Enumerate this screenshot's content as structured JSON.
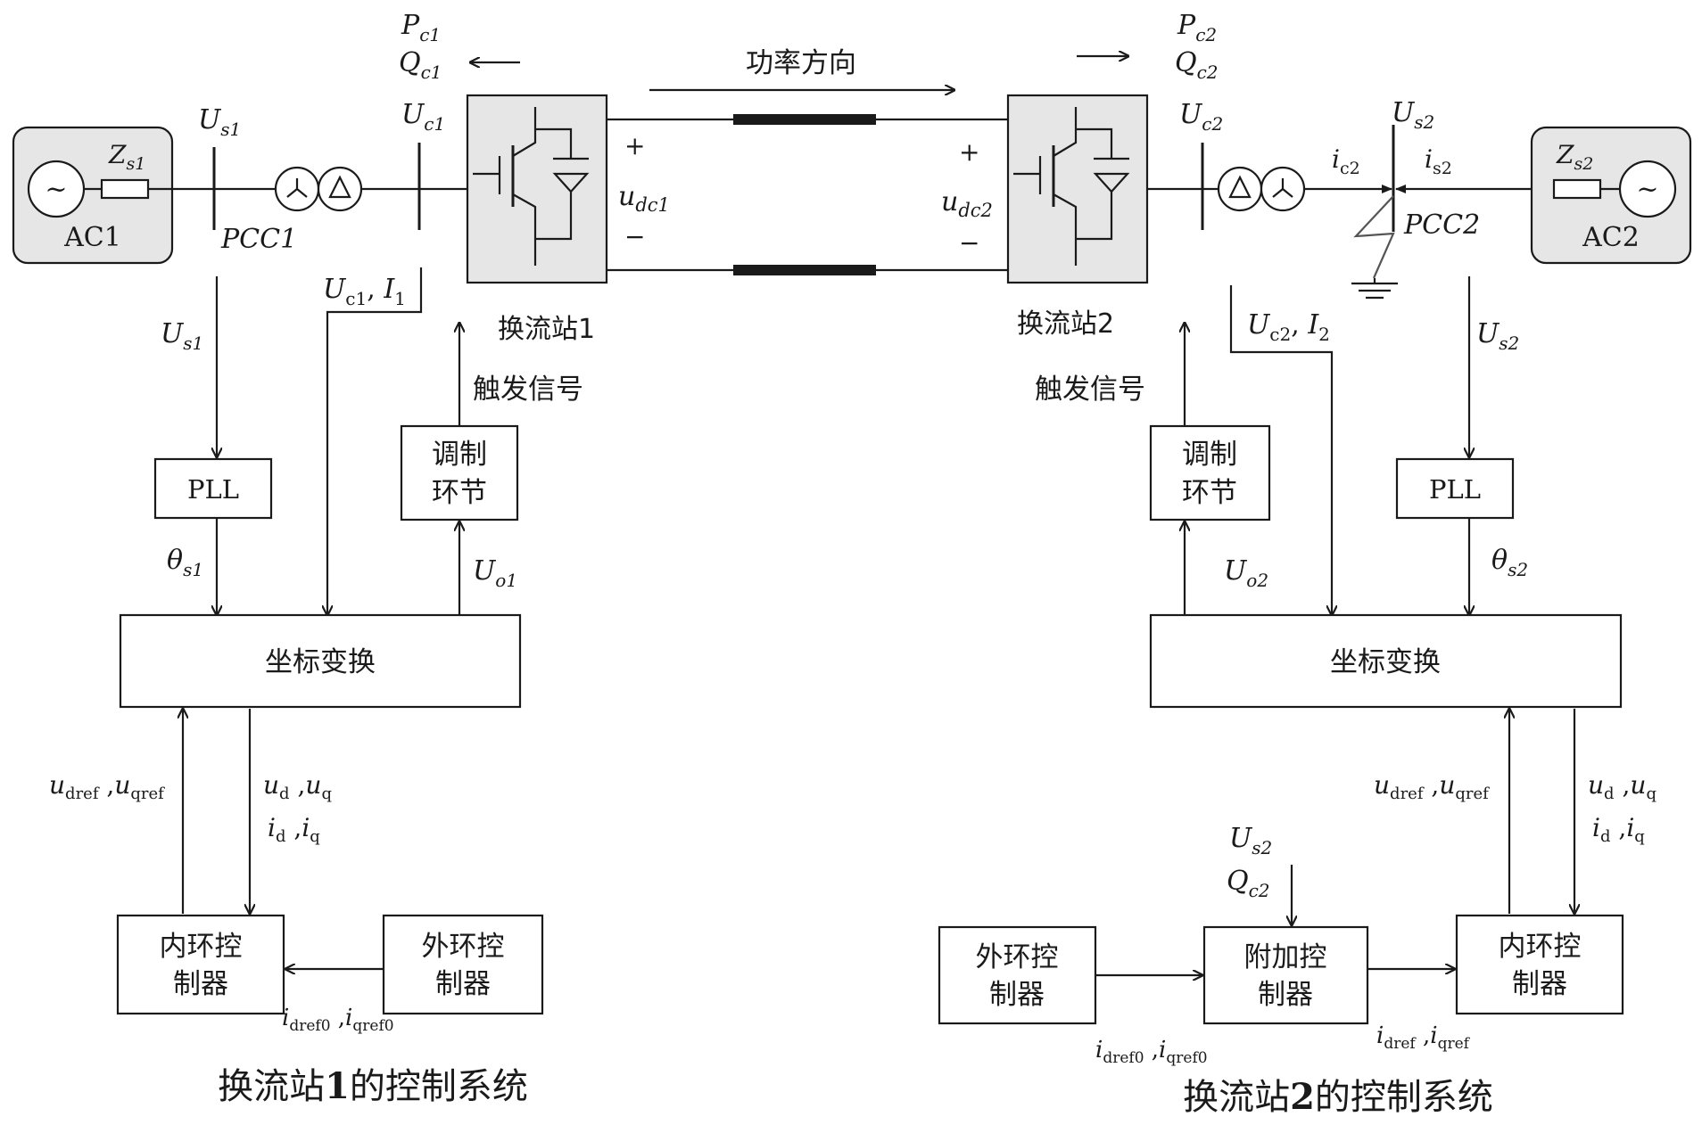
{
  "top": {
    "power_direction": "功率方向",
    "pc1": {
      "base": "P",
      "sub": "c1"
    },
    "qc1": {
      "base": "Q",
      "sub": "c1"
    },
    "pc2": {
      "base": "P",
      "sub": "c2"
    },
    "qc2": {
      "base": "Q",
      "sub": "c2"
    }
  },
  "sources": {
    "ac1": "AC1",
    "ac2": "AC2",
    "tilde": "~",
    "zs1": {
      "base": "Z",
      "sub": "s1"
    },
    "zs2": {
      "base": "Z",
      "sub": "s2"
    }
  },
  "buses": {
    "us1": {
      "base": "U",
      "sub": "s1"
    },
    "uc1": {
      "base": "U",
      "sub": "c1"
    },
    "uc2": {
      "base": "U",
      "sub": "c2"
    },
    "us2": {
      "base": "U",
      "sub": "s2"
    },
    "pcc1": "PCC1",
    "pcc2": "PCC2",
    "ic2": {
      "base": "i",
      "sub": "c2"
    },
    "is2": {
      "base": "i",
      "sub": "s2"
    }
  },
  "dc": {
    "plus": "+",
    "minus": "−",
    "udc1": {
      "base": "u",
      "sub": "dc1"
    },
    "udc2": {
      "base": "u",
      "sub": "dc2"
    }
  },
  "stations": {
    "station1": "换流站1",
    "station2": "换流站2",
    "trigger": "触发信号"
  },
  "signals": {
    "uc1_i1": {
      "u": "U",
      "usub": "c1",
      "sep": ", ",
      "i": "I",
      "isub": "1"
    },
    "uc2_i2": {
      "u": "U",
      "usub": "c2",
      "sep": ", ",
      "i": "I",
      "isub": "2"
    },
    "us1_meas": {
      "base": "U",
      "sub": "s1"
    },
    "us2_meas": {
      "base": "U",
      "sub": "s2"
    },
    "theta_s1": {
      "base": "θ",
      "sub": "s1"
    },
    "theta_s2": {
      "base": "θ",
      "sub": "s2"
    },
    "uo1": {
      "base": "U",
      "sub": "o1"
    },
    "uo2": {
      "base": "U",
      "sub": "o2"
    },
    "uref": {
      "a": "u",
      "asub": "dref",
      "sep": " ,",
      "b": "u",
      "bsub": "qref"
    },
    "udq": {
      "a": "u",
      "asub": "d",
      "sep": " ,",
      "b": "u",
      "bsub": "q"
    },
    "idq": {
      "a": "i",
      "asub": "d",
      "sep": " ,",
      "b": "i",
      "bsub": "q"
    },
    "iref0": {
      "a": "i",
      "asub": "dref0",
      "sep": " ,",
      "b": "i",
      "bsub": "qref0"
    },
    "iref": {
      "a": "i",
      "asub": "dref",
      "sep": " ,",
      "b": "i",
      "bsub": "qref"
    },
    "us2_add": {
      "base": "U",
      "sub": "s2"
    },
    "qc2_add": {
      "base": "Q",
      "sub": "c2"
    }
  },
  "blocks": {
    "pll": "PLL",
    "mod_line1": "调制",
    "mod_line2": "环节",
    "transform": "坐标变换",
    "inner_line1": "内环控",
    "inner_line2": "制器",
    "outer_line1": "外环控",
    "outer_line2": "制器",
    "add_line1": "附加控",
    "add_line2": "制器"
  },
  "captions": {
    "left_pre": "换流站",
    "left_num": "1",
    "left_post": "的控制系统",
    "right_pre": "换流站",
    "right_num": "2",
    "right_post": "的控制系统"
  }
}
